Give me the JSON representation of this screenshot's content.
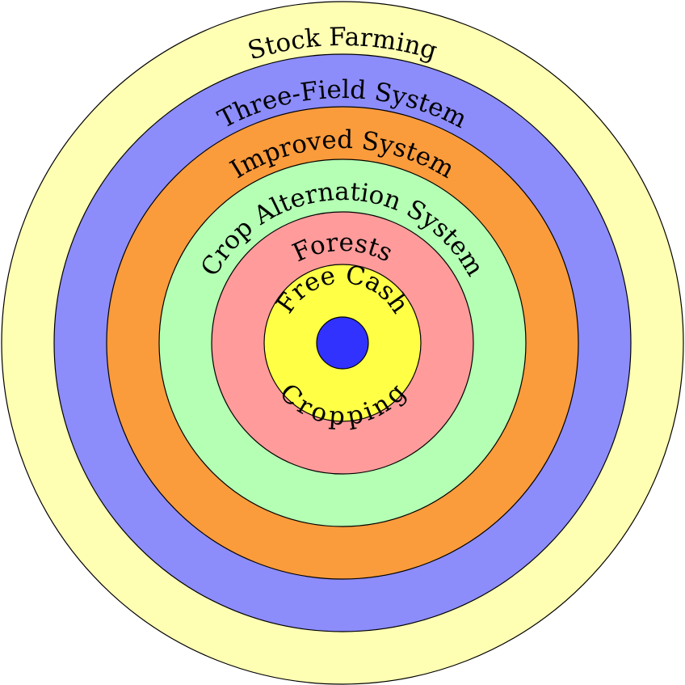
{
  "diagram": {
    "rings": [
      {
        "label": "Stock Farming",
        "color": "#ffffb4"
      },
      {
        "label": "Three-Field System",
        "color": "#8c8cfa"
      },
      {
        "label": "Improved System",
        "color": "#fa9b3c"
      },
      {
        "label": "Crop Alternation System",
        "color": "#b4ffb4"
      },
      {
        "label": "Forests",
        "color": "#ff9b9b"
      },
      {
        "label_top": "Free Cash",
        "label_bottom": "Cropping",
        "color": "#ffff46"
      }
    ],
    "center": {
      "color": "#3232ff"
    }
  }
}
